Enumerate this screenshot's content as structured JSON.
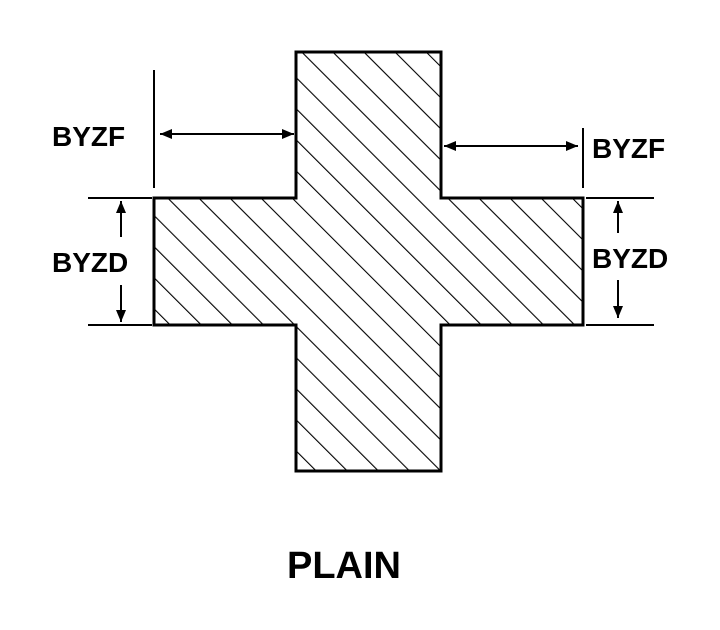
{
  "diagram": {
    "labels": {
      "width_left": "BYZF",
      "width_right": "BYZF",
      "thickness_left": "BYZD",
      "thickness_right": "BYZD"
    },
    "caption": "PLAIN"
  },
  "colors": {
    "stroke": "#000000",
    "background": "#ffffff"
  }
}
